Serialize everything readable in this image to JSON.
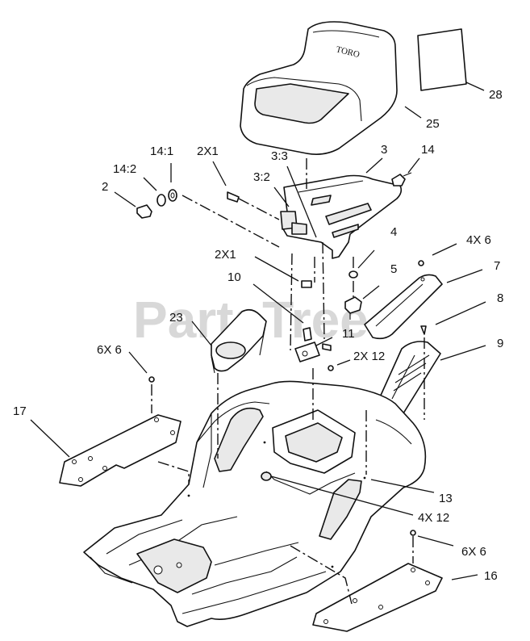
{
  "diagram": {
    "watermark": "PartsTree",
    "seat_brand": "TORO",
    "callouts": [
      {
        "id": "c28",
        "text": "28"
      },
      {
        "id": "c25",
        "text": "25"
      },
      {
        "id": "c3",
        "text": "3"
      },
      {
        "id": "c14",
        "text": "14"
      },
      {
        "id": "c14_1",
        "text": "14:1"
      },
      {
        "id": "c2X1a",
        "text": "2X1"
      },
      {
        "id": "c3_3",
        "text": "3:3"
      },
      {
        "id": "c14_2",
        "text": "14:2"
      },
      {
        "id": "c3_2",
        "text": "3:2"
      },
      {
        "id": "c2",
        "text": "2"
      },
      {
        "id": "c4",
        "text": "4"
      },
      {
        "id": "c4X6",
        "text": "4X 6"
      },
      {
        "id": "c2X1b",
        "text": "2X1"
      },
      {
        "id": "c7",
        "text": "7"
      },
      {
        "id": "c10",
        "text": "10"
      },
      {
        "id": "c5",
        "text": "5"
      },
      {
        "id": "c8",
        "text": "8"
      },
      {
        "id": "c23",
        "text": "23"
      },
      {
        "id": "c11",
        "text": "11"
      },
      {
        "id": "c6X6a",
        "text": "6X 6"
      },
      {
        "id": "c2X12",
        "text": "2X 12"
      },
      {
        "id": "c9",
        "text": "9"
      },
      {
        "id": "c17",
        "text": "17"
      },
      {
        "id": "c13",
        "text": "13"
      },
      {
        "id": "c4X12",
        "text": "4X 12"
      },
      {
        "id": "c6X6b",
        "text": "6X 6"
      },
      {
        "id": "c16",
        "text": "16"
      }
    ]
  }
}
